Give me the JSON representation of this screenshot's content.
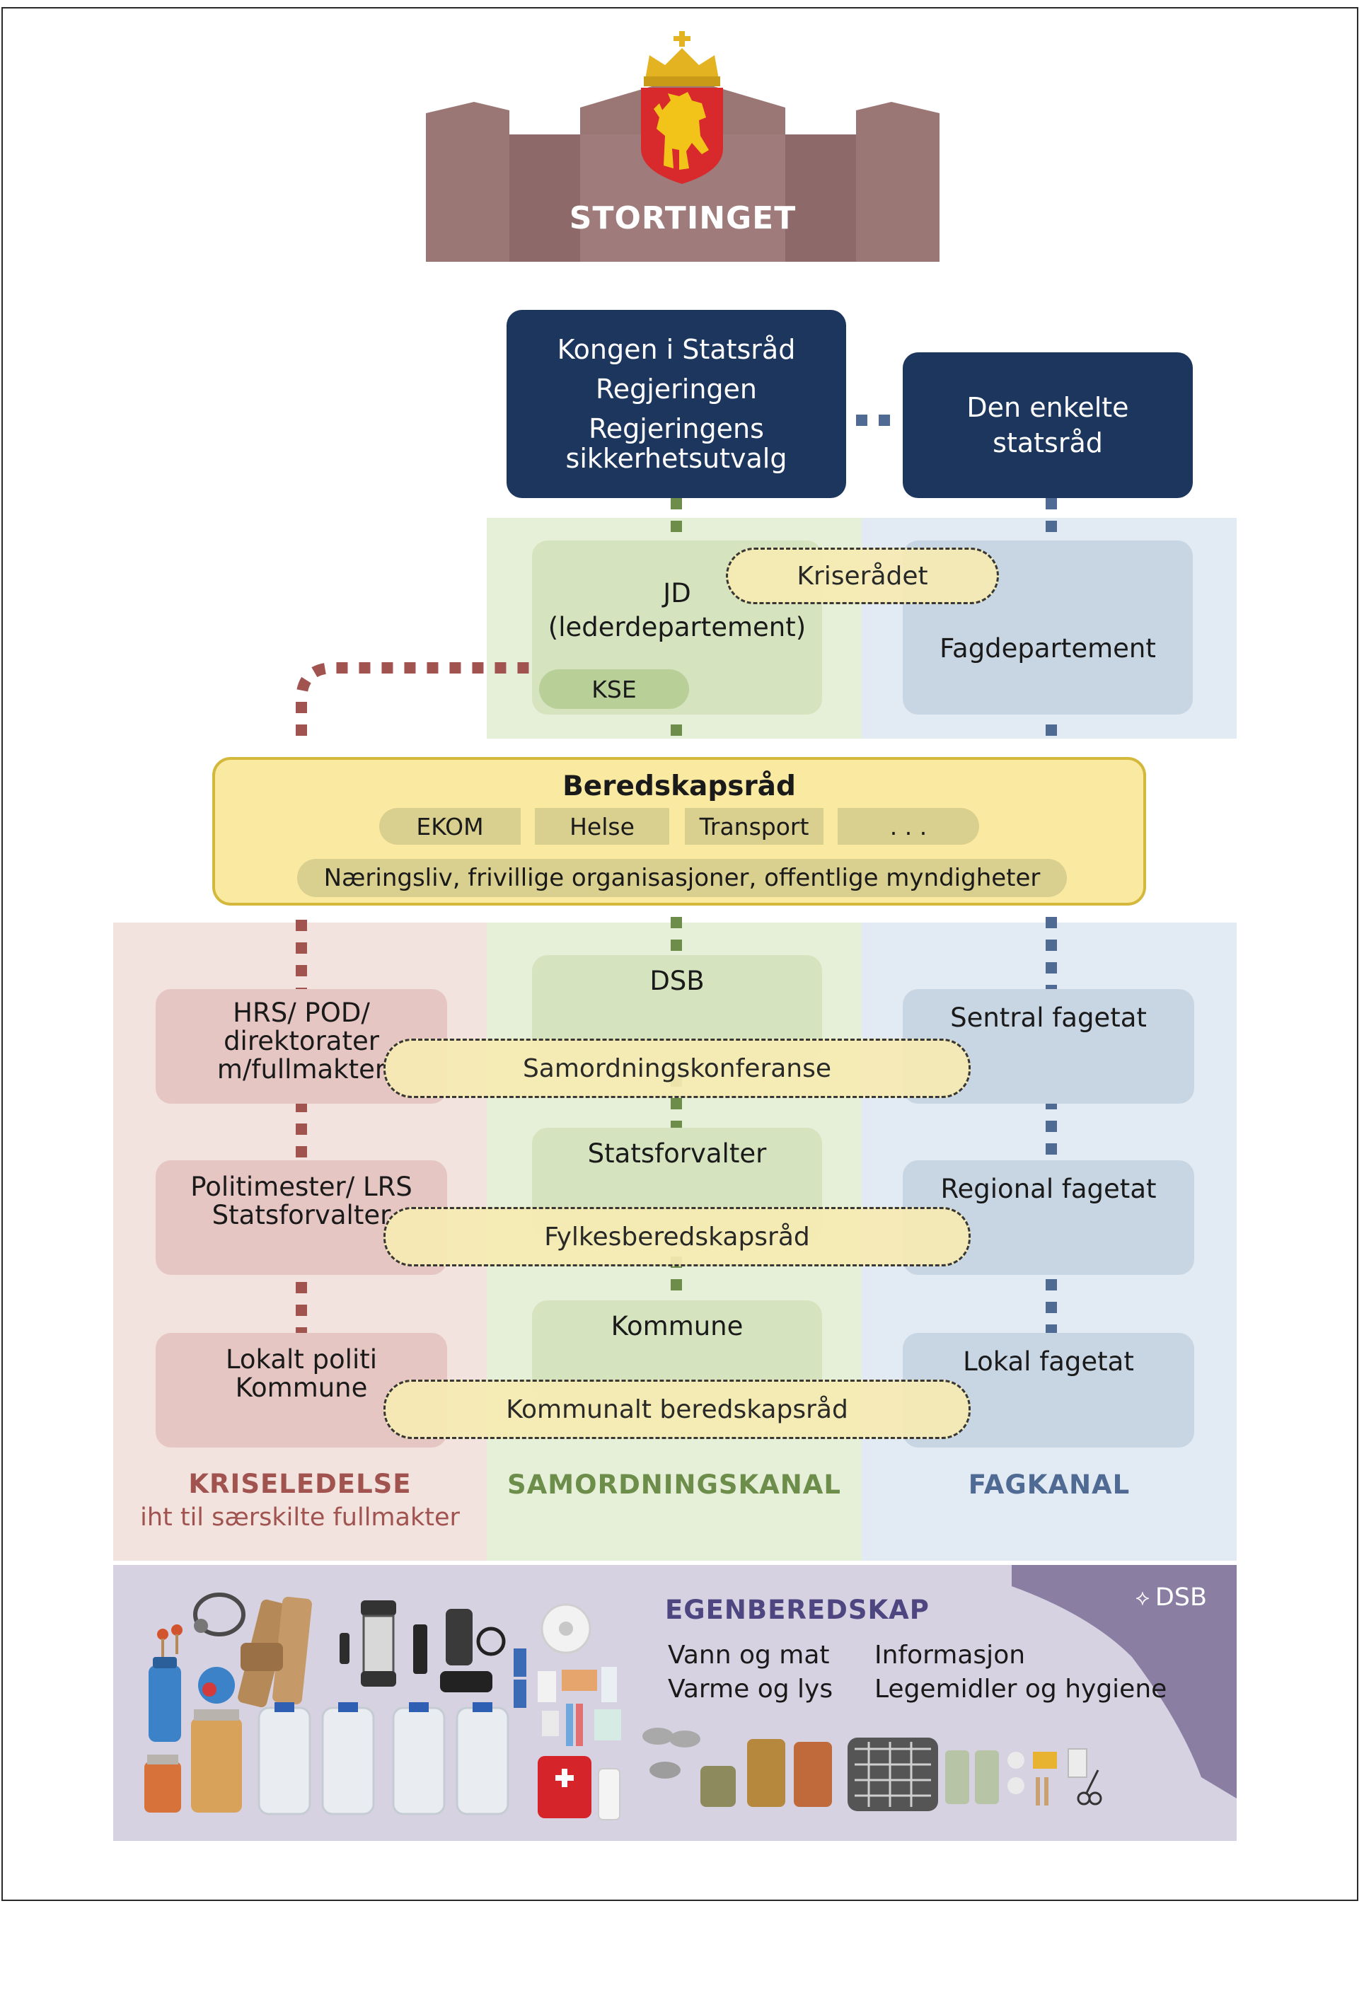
{
  "colors": {
    "parliament": "#9a7675",
    "navy": "#1c365e",
    "green_band": "#e6efd8",
    "blue_band": "#e2eaf3",
    "red_band": "#f2e3df",
    "yellow": "#faeaa1",
    "kriseledelse": "#a0534f",
    "samordning": "#6d8e4a",
    "fagkanal": "#4f6b94",
    "egenberedskap": "#4e4680"
  },
  "header": {
    "parliament": "STORTINGET",
    "emblem": "norwegian-coat-of-arms-icon"
  },
  "government": {
    "main": [
      "Kongen i Statsråd",
      "Regjeringen",
      "Regjeringens",
      "sikkerhetsutvalg"
    ],
    "side": [
      "Den enkelte",
      "statsråd"
    ]
  },
  "departments": {
    "lead": [
      "JD",
      "(lederdepartement)"
    ],
    "kse": "KSE",
    "kriseradet": "Kriserådet",
    "fag": "Fagdepartement"
  },
  "beredskapsrad": {
    "title": "Beredskapsråd",
    "sectors": [
      "EKOM",
      "Helse",
      "Transport",
      ". . ."
    ],
    "members": "Næringsliv, frivillige organisasjoner, offentlige myndigheter"
  },
  "levels": {
    "kriseledelse": [
      [
        "HRS/ POD/",
        "direktorater",
        "m/fullmakter"
      ],
      [
        "Politimester/ LRS",
        "Statsforvalter"
      ],
      [
        "Lokalt politi",
        "Kommune"
      ]
    ],
    "samordning": [
      "DSB",
      "Statsforvalter",
      "Kommune"
    ],
    "fag": [
      "Sentral fagetat",
      "Regional fagetat",
      "Lokal fagetat"
    ],
    "forums": [
      "Samordningskonferanse",
      "Fylkesberedskapsråd",
      "Kommunalt beredskapsråd"
    ]
  },
  "columns": {
    "kriseledelse": "KRISELEDELSE",
    "kriseledelse_sub": "iht til særskilte fullmakter",
    "samordning": "SAMORDNINGSKANAL",
    "fag": "FAGKANAL"
  },
  "egenberedskap": {
    "title": "EGENBEREDSKAP",
    "items_left": [
      "Vann og mat",
      "Varme og lys"
    ],
    "items_right": [
      "Informasjon",
      "Legemidler og hygiene"
    ],
    "brand": "DSB"
  }
}
